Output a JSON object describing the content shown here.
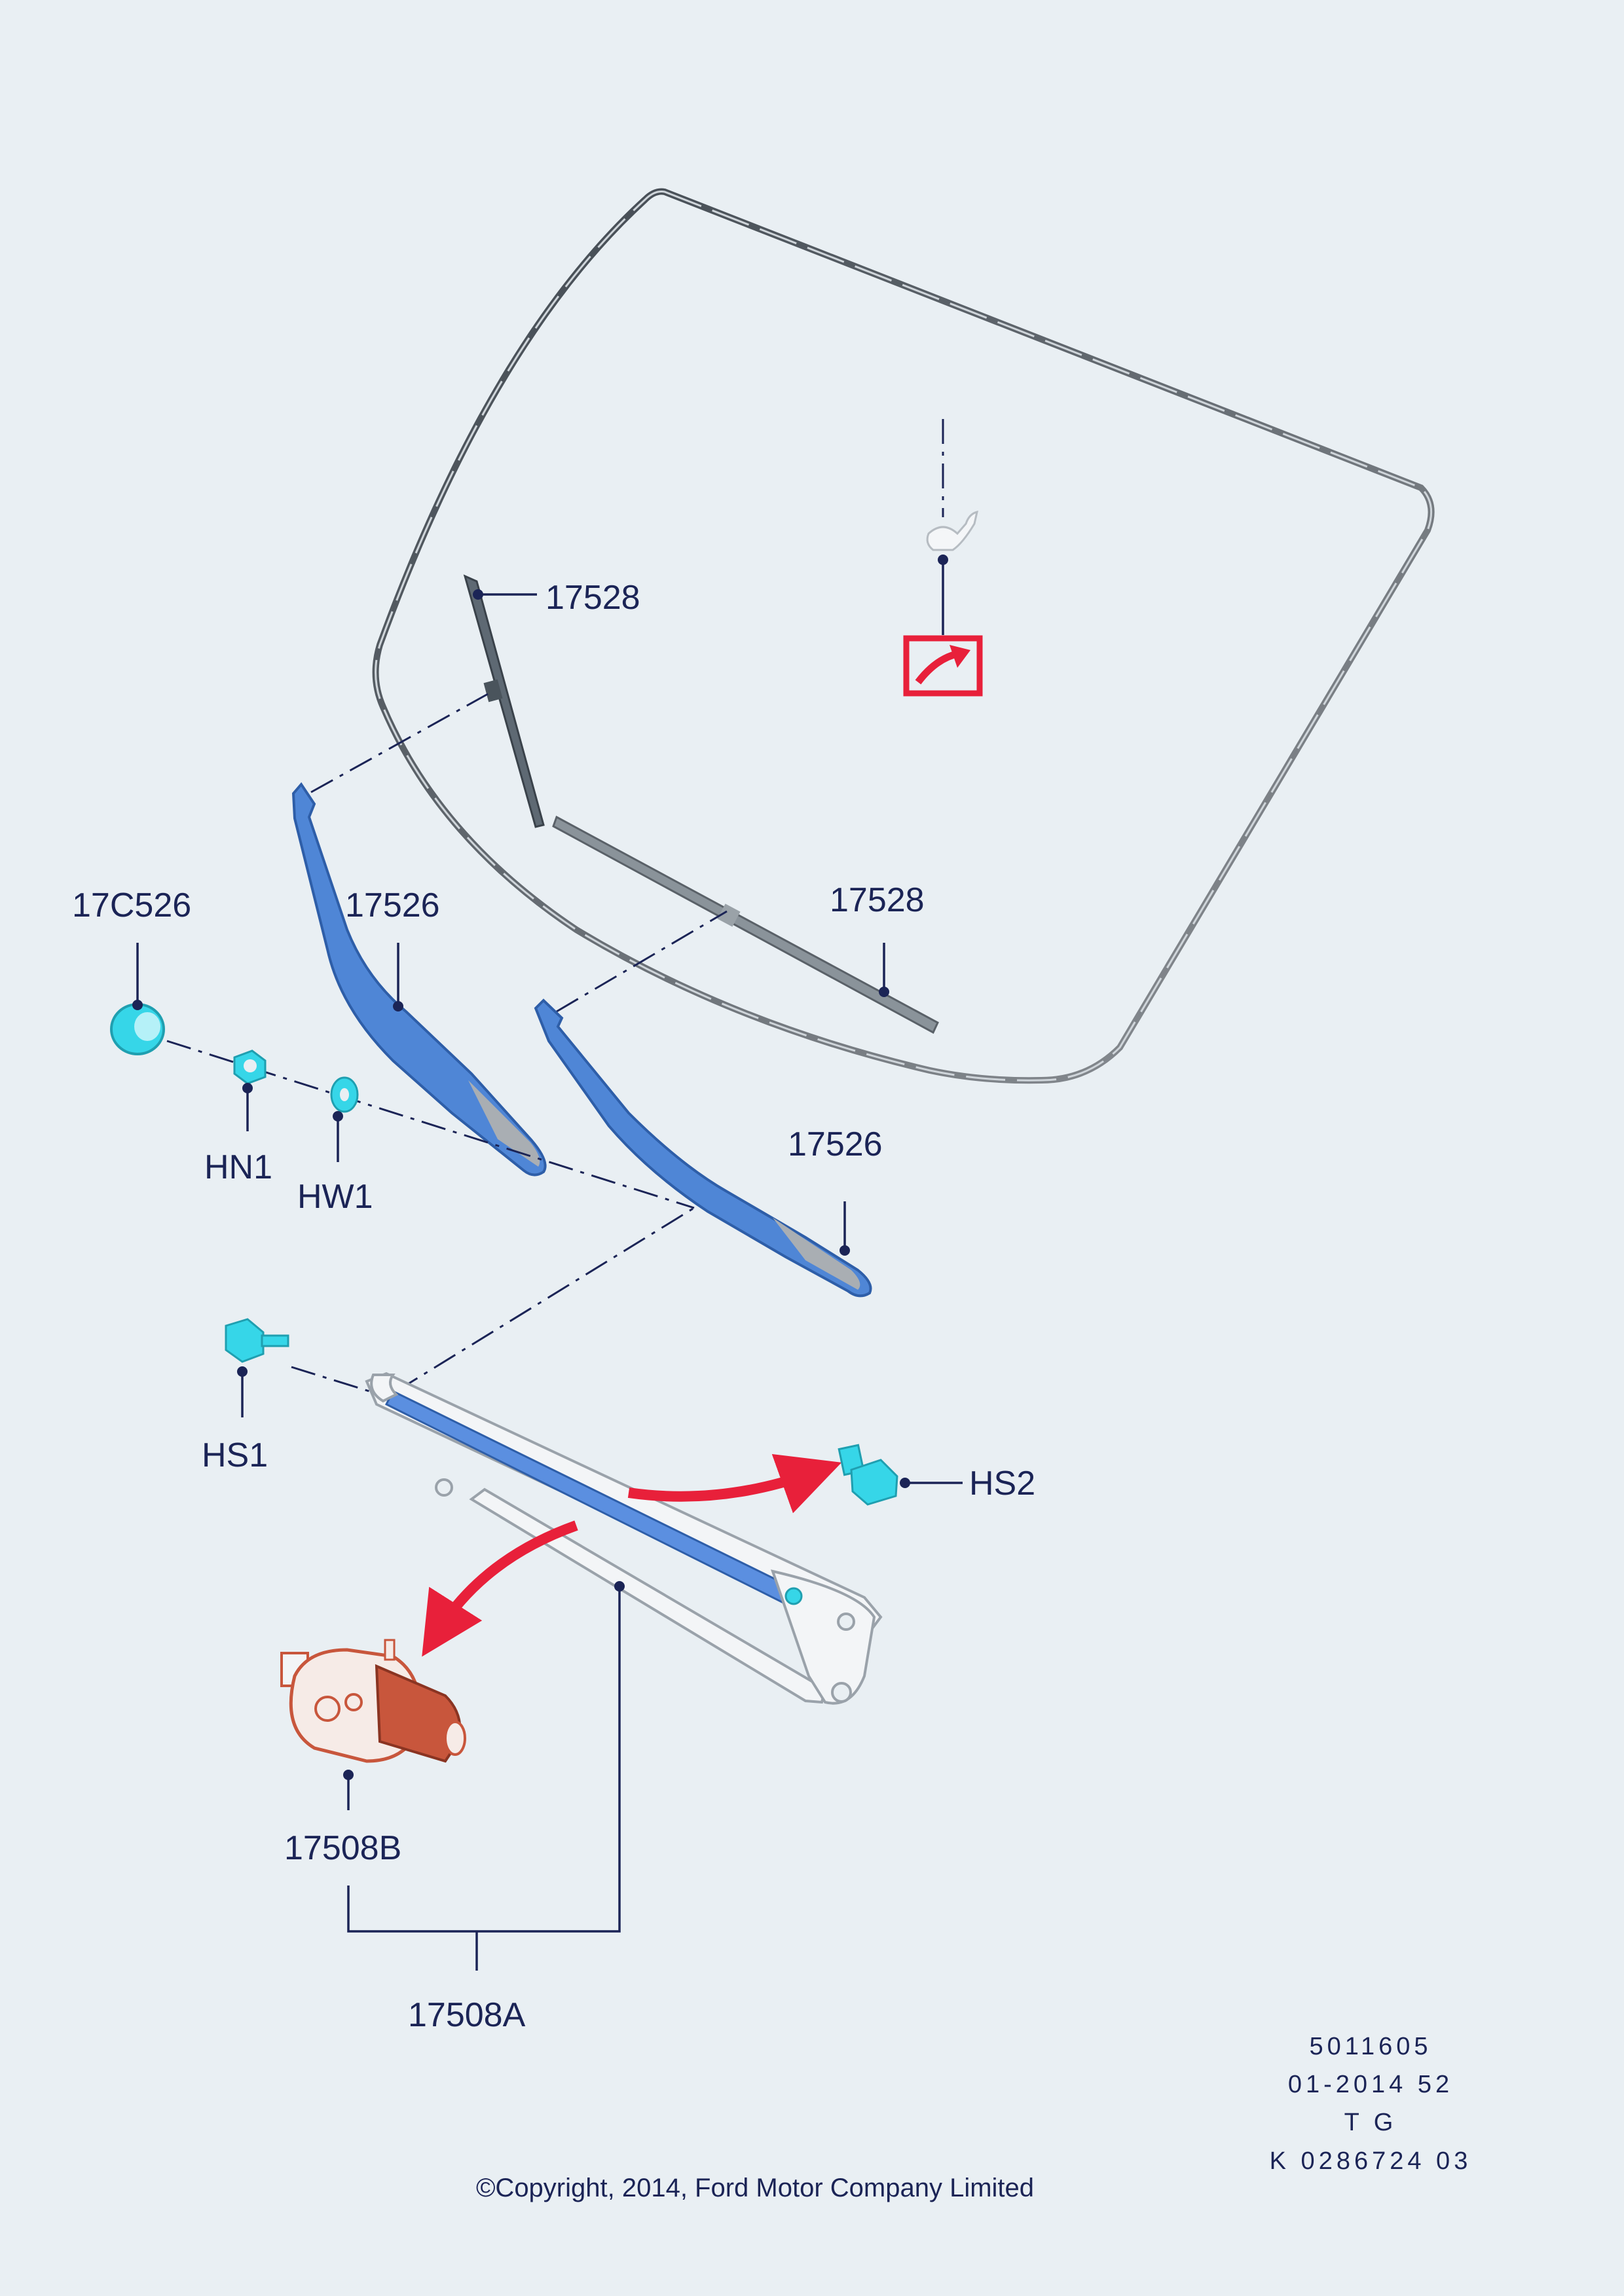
{
  "labels": {
    "blade_upper": "17528",
    "blade_lower": "17528",
    "arm_left": "17526",
    "arm_right": "17526",
    "cap": "17C526",
    "nut": "HN1",
    "washer": "HW1",
    "bolt": "HS1",
    "screw": "HS2",
    "motor": "17508B",
    "assembly": "17508A"
  },
  "meta": {
    "line1": "5011605",
    "line2": "01-2014 52",
    "line3": "T G",
    "line4": "K 0286724 03"
  },
  "copyright": "©Copyright, 2014, Ford Motor Company Limited",
  "colors": {
    "background": "#e9eff3",
    "text": "#1b2456",
    "arm_blue": "#4f86d6",
    "fastener_cyan": "#36d6e8",
    "motor_red": "#c8563c",
    "arrow_red": "#e8203a",
    "windshield": "#5c6268"
  },
  "icons": {
    "ref_box": "arrow-up-right-icon"
  }
}
